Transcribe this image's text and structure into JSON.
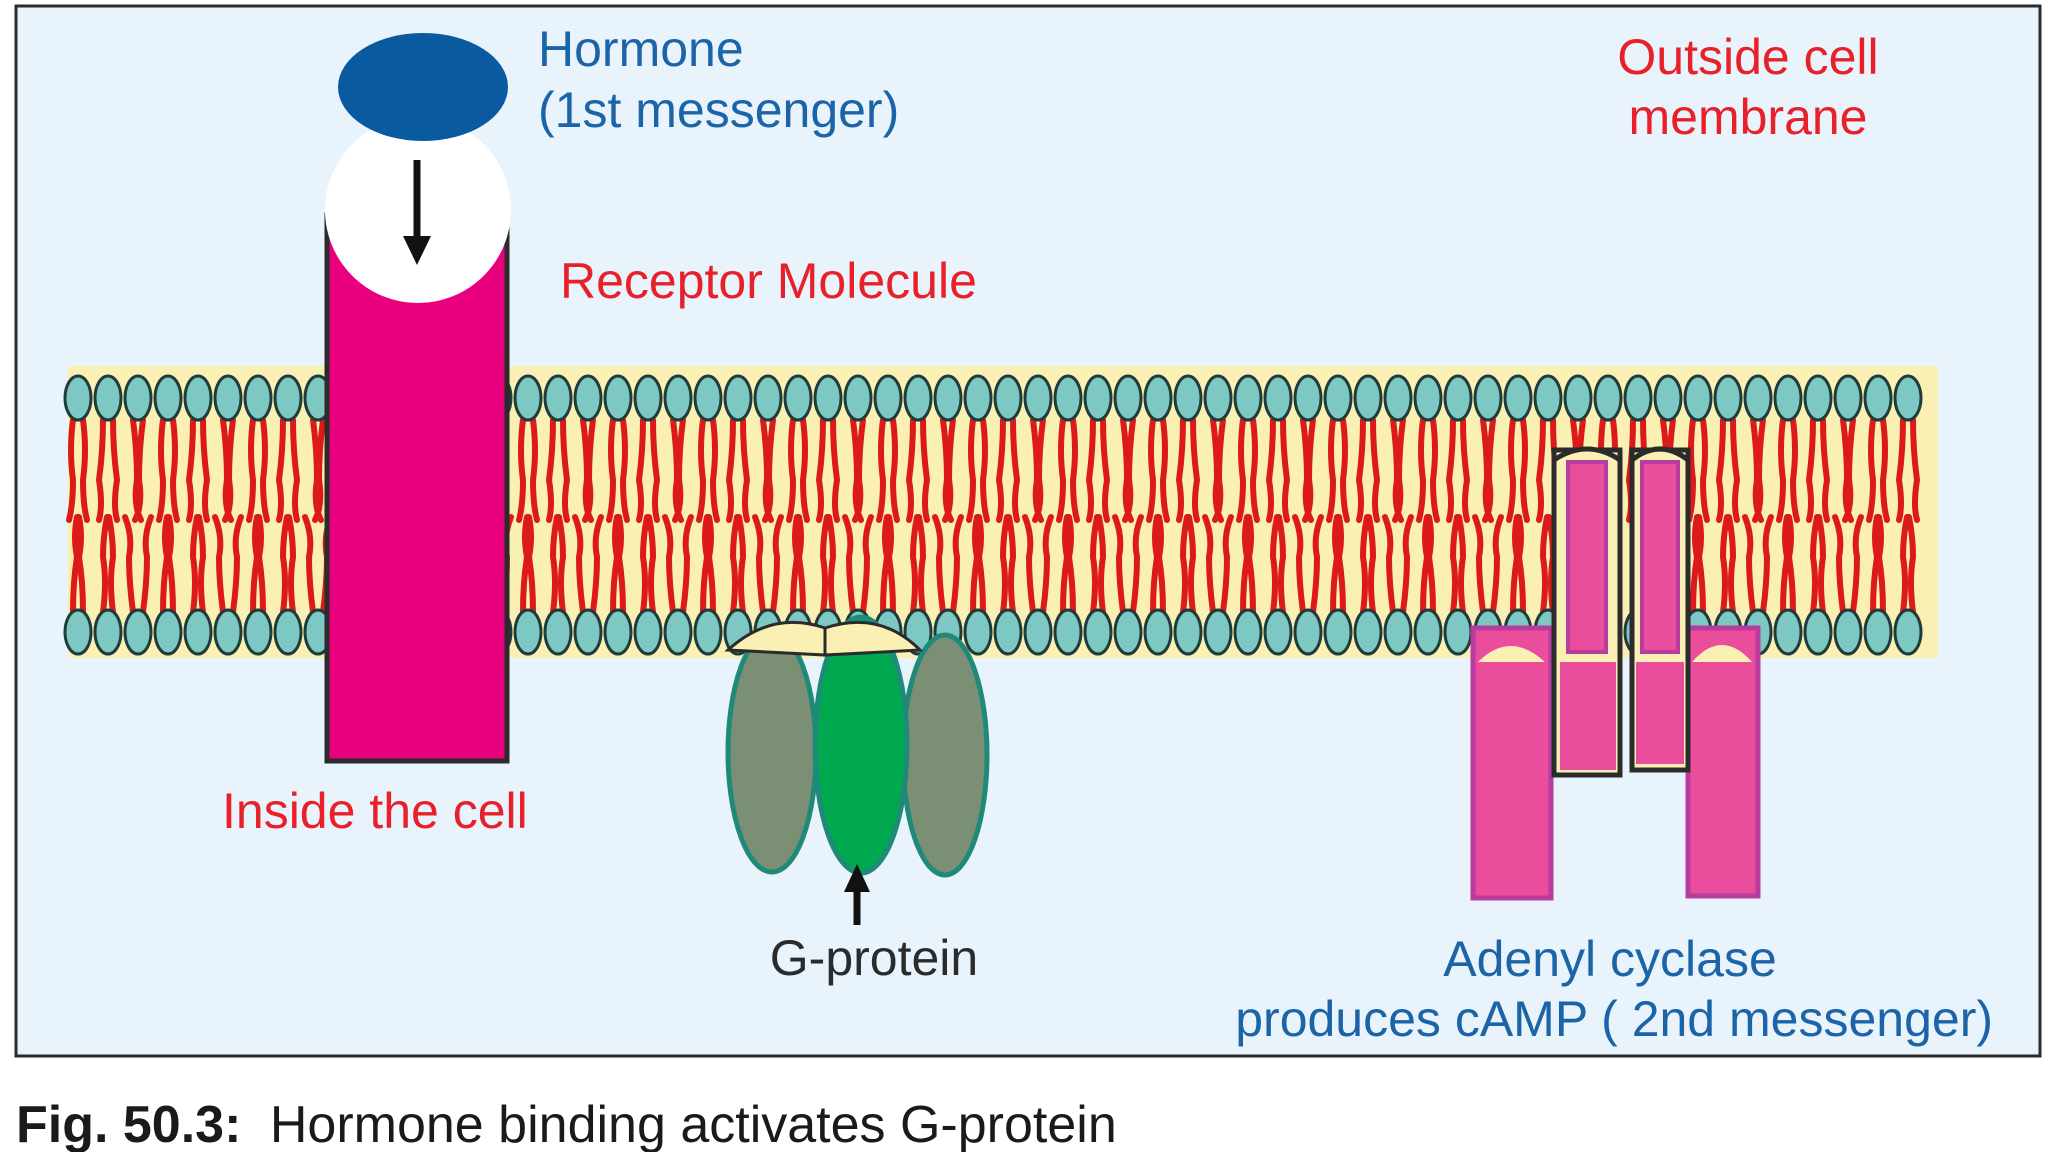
{
  "labels": {
    "hormone_line1": "Hormone",
    "hormone_line2": "(1st messenger)",
    "outside_line1": "Outside cell",
    "outside_line2": "membrane",
    "receptor": "Receptor Molecule",
    "inside": "Inside the cell",
    "g_protein": "G-protein",
    "adenyl_line1": "Adenyl cyclase",
    "adenyl_line2": "produces cAMP ( 2nd messenger)"
  },
  "caption": {
    "number": "Fig. 50.3:",
    "text": "Hormone binding activates G-protein"
  },
  "colors": {
    "panel_bg": "#e8f3fb",
    "border": "#2b2b2b",
    "hormone_blue": "#0a5aa0",
    "label_blue": "#1c64a8",
    "label_red": "#e8202a",
    "receptor_magenta": "#e8007f",
    "lipid_red": "#dd1a1a",
    "lipid_head": "#7ec8c4",
    "membrane_band": "#fbf0b4",
    "gprotein_grey": "#7a8f74",
    "gprotein_green": "#00a84f",
    "adenyl_pink": "#ea4d9c",
    "adenyl_border": "#b83ca0"
  }
}
